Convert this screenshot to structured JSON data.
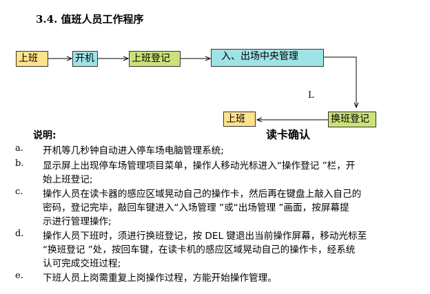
{
  "title": "3.4. 值班人员工作程序",
  "flow": {
    "start": "上班",
    "power_on": "开机",
    "sign_in": "上班登记",
    "central": "入、出场中央管理",
    "handover": "换班登记",
    "end": "上班",
    "caption": "读卡确认",
    "l_mark": "L"
  },
  "notes": {
    "heading": "说明:",
    "items": [
      {
        "marker": "a.",
        "lines": [
          "开机等几秒钟自动进入停车场电脑管理系统;"
        ]
      },
      {
        "marker": "b.",
        "lines": [
          "显示屏上出现停车场管理项目菜单，操作人移动光标进入“操作登记 ”栏，开",
          "始上班登记;"
        ]
      },
      {
        "marker": "c.",
        "lines": [
          "操作人员在读卡器的感应区域晃动自己的操作卡，然后再在键盘上敲入自己的",
          "密码，登记完毕，敲回车键进入“入场管理 ”或“出场管理 ”画面，按屏幕提",
          "示进行管理操作;"
        ]
      },
      {
        "marker": "d.",
        "lines": [
          "操作人员下班时，须进行换班登记，按 DEL 键退出当前操作屏幕，移动光标至",
          " “换班登记 ”处，按回车键，在读卡机的感应区域晃动自己的操作卡，经系统",
          "认可完成交班过程;"
        ]
      },
      {
        "marker": "e.",
        "lines": [
          "下班人员上岗需重复上岗操作过程，方能开始操作管理。"
        ]
      }
    ]
  }
}
